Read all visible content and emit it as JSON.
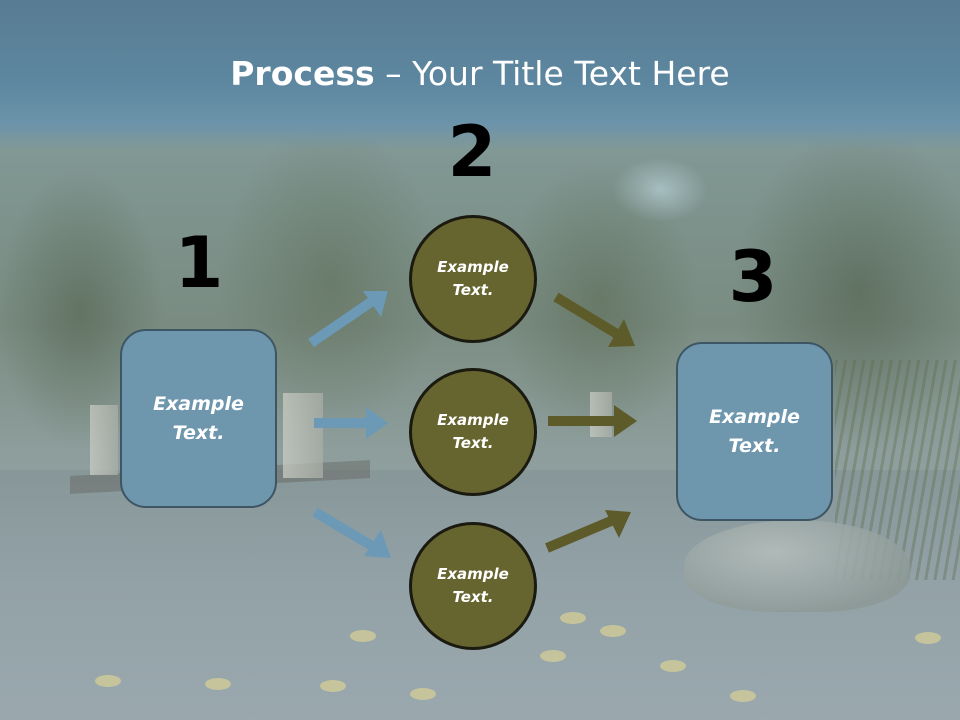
{
  "slide": {
    "title_bold": "Process",
    "title_rest": " – Your Title Text Here"
  },
  "steps": [
    {
      "number": "1",
      "label_line1": "Example",
      "label_line2": "Text."
    },
    {
      "number": "2"
    },
    {
      "number": "3",
      "label_line1": "Example",
      "label_line2": "Text."
    }
  ],
  "circles": [
    {
      "label_line1": "Example",
      "label_line2": "Text."
    },
    {
      "label_line1": "Example",
      "label_line2": "Text."
    },
    {
      "label_line1": "Example",
      "label_line2": "Text."
    }
  ],
  "colors": {
    "box_fill": "#6e97ae",
    "circle_fill": "#66642f",
    "arrow_blue": "#6b99b6",
    "arrow_olive": "#5e5b2b"
  }
}
